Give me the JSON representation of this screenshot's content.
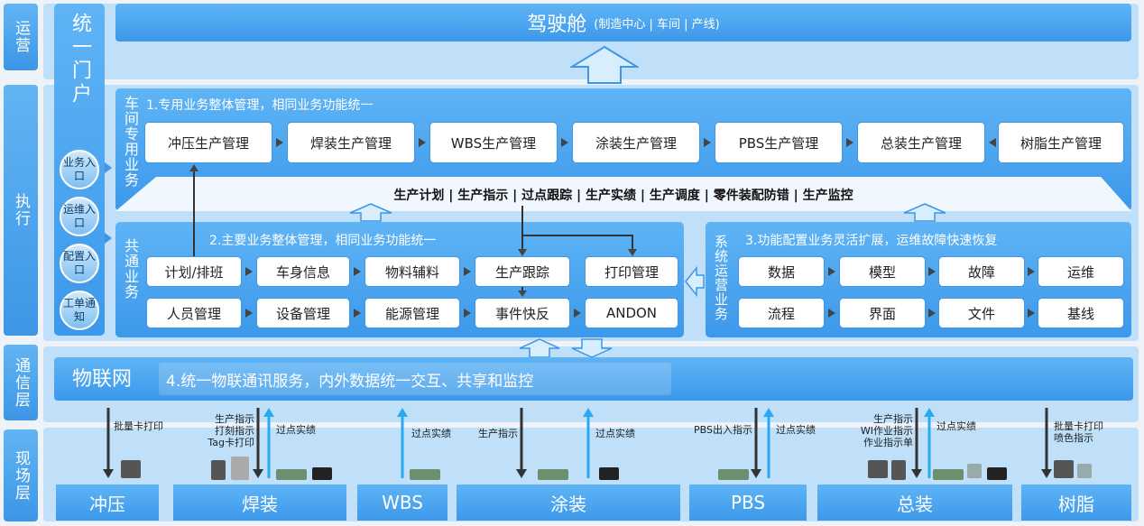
{
  "layers": [
    "运营",
    "执行",
    "通信层",
    "现场层"
  ],
  "portal": {
    "title": "统一门户",
    "items": [
      "业务入口",
      "运维入口",
      "配置入口",
      "工单通知"
    ]
  },
  "cockpit": {
    "title": "驾驶舱",
    "subtitle": "(制造中心 | 车间 | 产线)"
  },
  "workshop": {
    "side_label": "车间专用业务",
    "heading": "1.专用业务整体管理，相同业务功能统一",
    "modules": [
      "冲压生产管理",
      "焊装生产管理",
      "WBS生产管理",
      "涂装生产管理",
      "PBS生产管理",
      "总装生产管理",
      "树脂生产管理"
    ],
    "functions": "生产计划 | 生产指示 | 过点跟踪 | 生产实绩 | 生产调度 | 零件装配防错 | 生产监控"
  },
  "common": {
    "side_label": "共通业务",
    "heading": "2.主要业务整体管理，相同业务功能统一",
    "row1": [
      "计划/排班",
      "车身信息",
      "物料辅料",
      "生产跟踪",
      "打印管理"
    ],
    "row2": [
      "人员管理",
      "设备管理",
      "能源管理",
      "事件快反",
      "ANDON"
    ]
  },
  "system": {
    "side_label": "系统运营业务",
    "heading": "3.功能配置业务灵活扩展，运维故障快速恢复",
    "row1": [
      "数据",
      "模型",
      "故障",
      "运维"
    ],
    "row2": [
      "流程",
      "界面",
      "文件",
      "基线"
    ]
  },
  "iot": {
    "title": "物联网",
    "desc": "4.统一物联通讯服务，内外数据统一交互、共享和监控"
  },
  "field": {
    "areas": [
      "冲压",
      "焊装",
      "WBS",
      "涂装",
      "PBS",
      "总装",
      "树脂"
    ],
    "labels": {
      "stamp_down": "批量卡打印",
      "weld_down": "生产指示\n打刻指示\nTag卡打印",
      "weld_up": "过点实绩",
      "wbs_up": "过点实绩",
      "paint_down": "生产指示",
      "paint_up": "过点实绩",
      "pbs_down": "PBS出入指示",
      "pbs_up": "过点实绩",
      "assy_down": "生产指示\nWI作业指示\n作业指示单",
      "assy_up": "过点实绩",
      "resin_down": "批量卡打印\n喷色指示"
    }
  },
  "colors": {
    "primary": "#3d96e6",
    "light": "#bfe0f8",
    "arrow_fill": "#d9eefc"
  }
}
